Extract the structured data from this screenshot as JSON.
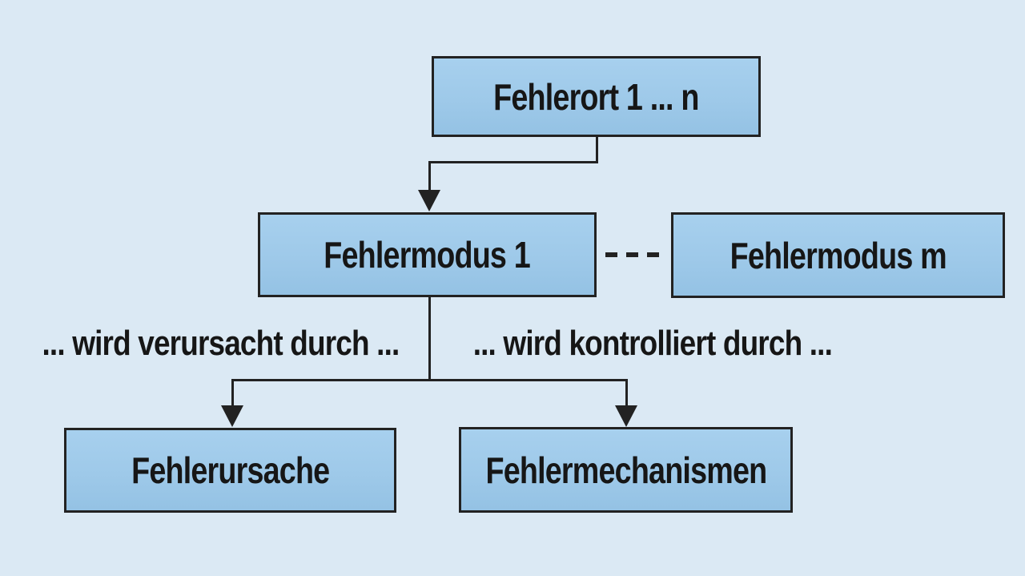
{
  "diagram": {
    "nodes": {
      "fehlerort": {
        "label": "Fehlerort 1 ... n"
      },
      "fehlermodus_1": {
        "label": "Fehlermodus 1"
      },
      "fehlermodus_m": {
        "label": "Fehlermodus m"
      },
      "fehlerursache": {
        "label": "Fehlerursache"
      },
      "fehlermechanismen": {
        "label": "Fehlermechanismen"
      }
    },
    "edge_labels": {
      "caused_by": "... wird verursacht durch ...",
      "controlled_by": "... wird kontrolliert durch ..."
    },
    "colors": {
      "background": "#dbe9f4",
      "node_fill": "#9ec9e9",
      "node_fill_top": "#a7d0ee",
      "node_fill_bottom": "#94c2e4",
      "node_border": "#222222",
      "line": "#222222",
      "text": "#161616"
    }
  }
}
